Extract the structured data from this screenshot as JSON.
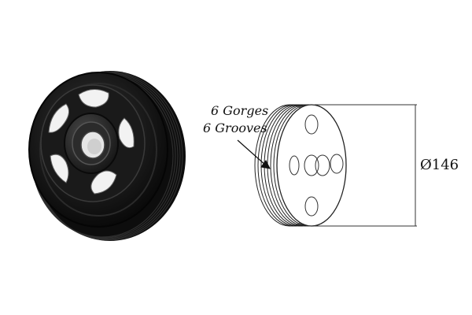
{
  "annotations": {
    "line1": "6 Gorges",
    "line2": "6 Grooves"
  },
  "dimension": {
    "diameter": "Ø146"
  },
  "product": {
    "photo_icon": "pulley-photo-icon",
    "drawing_icon": "pulley-line-drawing-icon",
    "groove_count": 6
  }
}
